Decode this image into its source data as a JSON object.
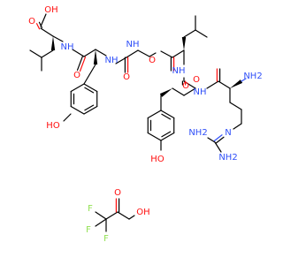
{
  "colors": {
    "bond": "#000000",
    "oxygen": "#ff0d0d",
    "nitrogen": "#3050f8",
    "fluorine": "#90e050",
    "background": "#ffffff"
  },
  "labels": {
    "acid_o": "O",
    "acid_oh": "OH",
    "nh_leu": "NH",
    "o_amide1": "O",
    "oh_tyr1": "HO",
    "nh_gly": "NH",
    "o_gly": "O",
    "nh_leu2": "NH",
    "o_leu2": "O",
    "nh_tyr2": "NH",
    "o_arg": "O",
    "nh2_arg": "NH2",
    "oh_tyr2": "HO",
    "n_guan": "N",
    "nh2_guan1": "NH2",
    "nh2_guan2": "NH2",
    "tfa_o": "O",
    "tfa_oh": "OH",
    "f1": "F",
    "f2": "F",
    "f3": "F"
  }
}
